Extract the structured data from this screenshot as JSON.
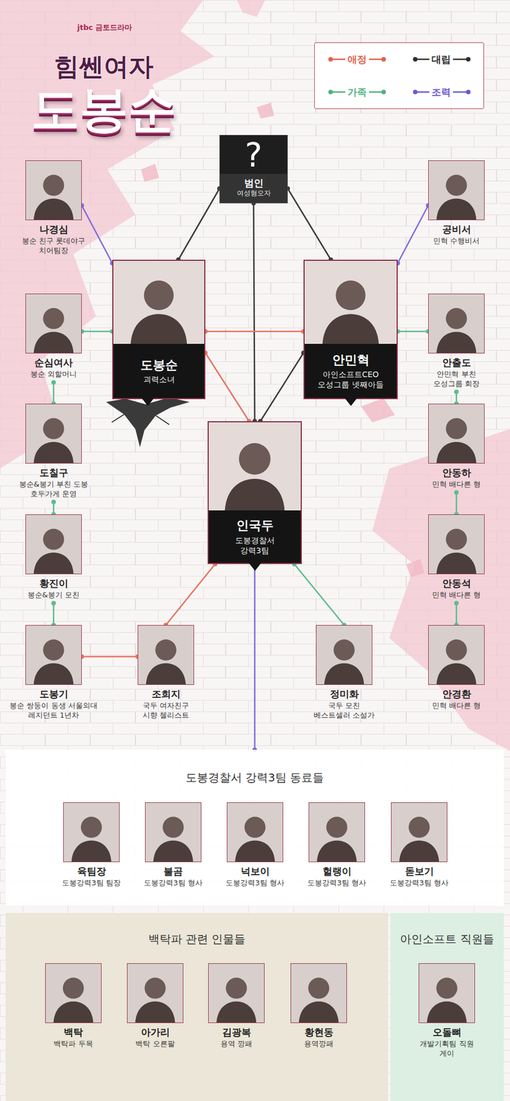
{
  "diagram": {
    "title": "힘쎈여자 도봉순",
    "nodes": [
      {
        "text": [
          "?",
          "범인",
          "여성혐오자"
        ]
      },
      {
        "text": [
          "나경심",
          "봉순 친구 롯데야구 치어팀장"
        ]
      },
      {
        "text": [
          "공비서",
          "민혁 수행비서"
        ]
      },
      {
        "text": [
          "도봉순",
          "괴력소녀"
        ]
      },
      {
        "text": [
          "안민혁",
          "아인소프트CEO 오성그룹 넷째아들"
        ]
      },
      {
        "text": [
          "순심여사",
          "봉순 외할머니"
        ]
      },
      {
        "text": [
          "안출도",
          "안민혁 부친 오성그룹 회장"
        ]
      },
      {
        "text": [
          "도칠구",
          "봉순&봉기 부친 도봉 호두가게 운영"
        ]
      },
      {
        "text": [
          "인국두",
          "도봉경찰서 강력3팀"
        ]
      },
      {
        "text": [
          "안동하",
          "민혁 배다른 형"
        ]
      },
      {
        "text": [
          "황진이",
          "봉순&봉기 모친"
        ]
      },
      {
        "text": [
          "안동석",
          "민혁 배다른 형"
        ]
      },
      {
        "text": [
          "도봉기",
          "봉순 쌍둥이 동생 서울의대 레지던트 1년차"
        ]
      },
      {
        "text": [
          "조희지",
          "국두 여자친구 시향 첼리스트"
        ]
      },
      {
        "text": [
          "정미화",
          "국두 모친 베스트셀러 소설가"
        ]
      },
      {
        "text": [
          "안경환",
          "민혁 배다른 형"
        ]
      },
      {
        "text": [
          "도봉경찰서 강력3팀 동료들"
        ]
      },
      {
        "text": [
          "육팀장",
          "도봉강력3팀 팀장"
        ],
        "in": 16
      },
      {
        "text": [
          "불곰",
          "도봉강력3팀 형사"
        ],
        "in": 16
      },
      {
        "text": [
          "넉보이",
          "도봉강력3팀 형사"
        ],
        "in": 16
      },
      {
        "text": [
          "헐랭이",
          "도봉강력3팀 형사"
        ],
        "in": 16
      },
      {
        "text": [
          "돋보기",
          "도봉강력3팀 형사"
        ],
        "in": 16
      },
      {
        "text": [
          "백탁파 관련 인물들"
        ]
      },
      {
        "text": [
          "백탁",
          "백탁파 두목"
        ],
        "in": 22
      },
      {
        "text": [
          "아가리",
          "백탁 오른팔"
        ],
        "in": 22
      },
      {
        "text": [
          "김광복",
          "용역 깡패"
        ],
        "in": 22
      },
      {
        "text": [
          "황현동",
          "용역깡패"
        ],
        "in": 22
      },
      {
        "text": [
          "아인소프트 직원들"
        ]
      },
      {
        "text": [
          "오돌뼈",
          "개발기획팀 직원 게이"
        ],
        "in": 27
      }
    ],
    "edges": [
      {
        "from": 0,
        "to": 3,
        "arrow": "none"
      },
      {
        "from": 0,
        "to": 4,
        "arrow": "none"
      },
      {
        "from": 0,
        "to": 8,
        "arrow": "none"
      },
      {
        "from": 3,
        "to": 4,
        "arrow": "none"
      },
      {
        "from": 3,
        "to": 8,
        "arrow": "none"
      },
      {
        "from": 4,
        "to": 8,
        "arrow": "none"
      },
      {
        "from": 1,
        "to": 3,
        "arrow": "none"
      },
      {
        "from": 2,
        "to": 4,
        "arrow": "none"
      },
      {
        "from": 5,
        "to": 3,
        "arrow": "none"
      },
      {
        "from": 6,
        "to": 4,
        "arrow": "none"
      },
      {
        "from": 5,
        "to": 7,
        "arrow": "none"
      },
      {
        "from": 7,
        "to": 10,
        "arrow": "none"
      },
      {
        "from": 10,
        "to": 12,
        "arrow": "none"
      },
      {
        "from": 6,
        "to": 9,
        "arrow": "none"
      },
      {
        "from": 9,
        "to": 11,
        "arrow": "none"
      },
      {
        "from": 11,
        "to": 15,
        "arrow": "none"
      },
      {
        "from": 12,
        "to": 13,
        "arrow": "none"
      },
      {
        "from": 8,
        "to": 13,
        "arrow": "none"
      },
      {
        "from": 8,
        "to": 14,
        "arrow": "none"
      },
      {
        "from": 8,
        "to": 16,
        "arrow": "none"
      }
    ],
    "labels": [
      "jtbc 금토드라마"
    ],
    "legend": [
      {
        "text": "애정"
      },
      {
        "text": "대립"
      },
      {
        "text": "가족"
      },
      {
        "text": "조력"
      }
    ]
  }
}
